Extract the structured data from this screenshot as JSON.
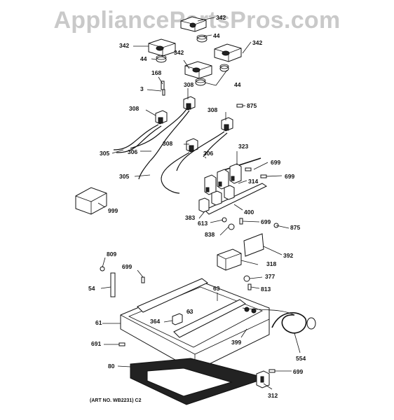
{
  "watermark": "AppliancePartsPros.com",
  "art_number": "(ART NO. WB2231) C2",
  "callouts": {
    "c342_top": "342",
    "c44_top": "44",
    "c342_left": "342",
    "c342_right": "342",
    "c342_mid": "342",
    "c44_left": "44",
    "c44_right": "44",
    "c168": "168",
    "c3": "3",
    "c308_a": "308",
    "c308_b": "308",
    "c308_c": "308",
    "c308_d": "308",
    "c875_top": "875",
    "c323": "323",
    "c305_a": "305",
    "c306_a": "306",
    "c306_b": "306",
    "c305_b": "305",
    "c699_a": "699",
    "c699_b": "699",
    "c314": "314",
    "c999": "999",
    "c400": "400",
    "c383": "383",
    "c613": "613",
    "c699_c": "699",
    "c875_b": "875",
    "c838": "838",
    "c392": "392",
    "c809": "809",
    "c699_d": "699",
    "c318": "318",
    "c54": "54",
    "c377": "377",
    "c63_a": "63",
    "c813": "813",
    "c63_b": "63",
    "c61": "61",
    "c364": "364",
    "c691": "691",
    "c399": "399",
    "c554": "554",
    "c80": "80",
    "c699_e": "699",
    "c312": "312"
  }
}
